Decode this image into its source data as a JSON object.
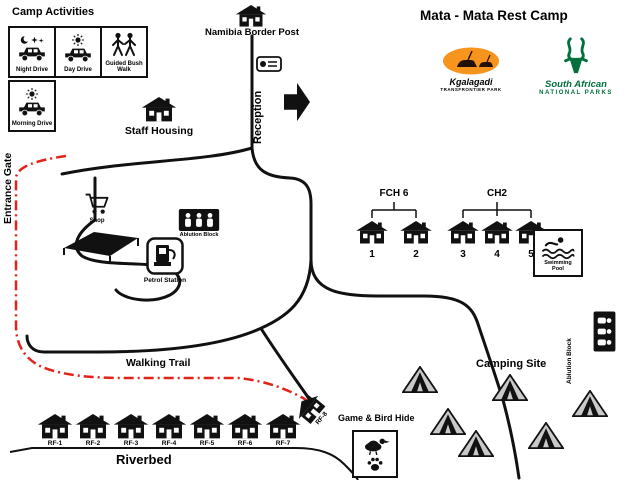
{
  "title": "Mata - Mata Rest Camp",
  "legend": {
    "title": "Camp Activities",
    "items": [
      {
        "label": "Night Drive"
      },
      {
        "label": "Day Drive"
      },
      {
        "label": "Guided Bush Walk"
      },
      {
        "label": "Morning Drive"
      }
    ]
  },
  "logos": {
    "kgalagadi": {
      "name": "Kgalagadi",
      "subtitle": "TRANSFRONTIER PARK",
      "accent": "#f7941d"
    },
    "sanparks": {
      "line1": "South African",
      "line2": "NATIONAL PARKS",
      "accent": "#00703c"
    }
  },
  "places": {
    "border_post": "Namibia Border Post",
    "reception": "Reception",
    "staff_housing": "Staff Housing",
    "entrance_gate": "Entrance Gate",
    "shop": "Shop",
    "ablution_block": "Ablution Block",
    "petrol_station": "Petrol Station",
    "swimming_pool": "Swimming Pool",
    "walking_trail": "Walking Trail",
    "camping_site": "Camping Site",
    "ablution_block_camping": "Ablution Block",
    "game_bird_hide": "Game & Bird Hide",
    "riverbed": "Riverbed"
  },
  "chalets": {
    "fch6": {
      "label": "FCH 6",
      "units": [
        "1",
        "2"
      ]
    },
    "ch2": {
      "label": "CH2",
      "units": [
        "3",
        "4",
        "5"
      ]
    }
  },
  "riverfront_units": [
    "RF-1",
    "RF-2",
    "RF-3",
    "RF-4",
    "RF-5",
    "RF-6",
    "RF-7",
    "RF-8"
  ],
  "colors": {
    "road": "#111111",
    "trail": "#e2231a"
  }
}
